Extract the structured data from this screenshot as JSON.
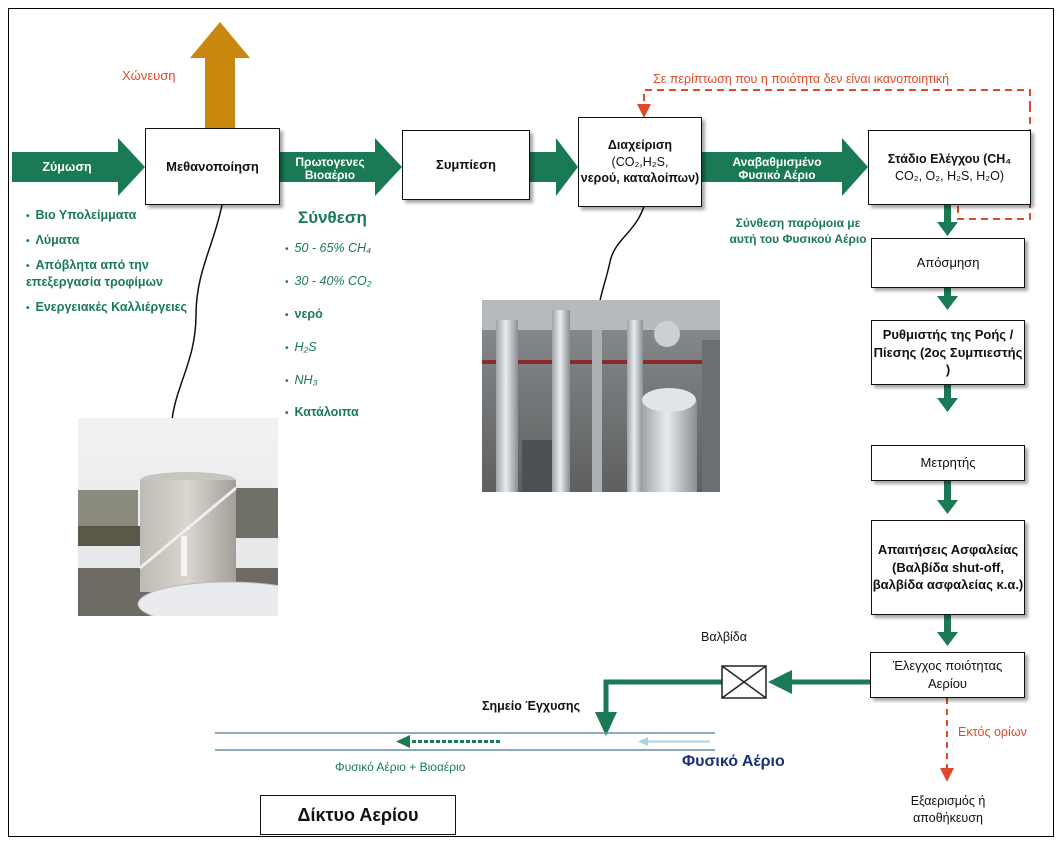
{
  "labels": {
    "digestion_out": "Χώνευση",
    "fermentation": "Ζύμωση",
    "raw_biogas_line1": "Πρωτογενες",
    "raw_biogas_line2": "Βιοαέριο",
    "upgraded_line1": "Αναβαθμισμένο",
    "upgraded_line2": "Φυσικό Αέριο",
    "feedback_note": "Σε περίπτωση που η ποιότητα δεν είναι ικανοποιητική",
    "composition_title": "Σύνθεση",
    "similar_composition": "Σύνθεση παρόμοια με αυτή του Φυσικού Αέριο",
    "valve": "Βαλβίδα",
    "injection_point": "Σημείο Έγχυσης",
    "out_of_limits": "Εκτός ορίων",
    "venting": "Εξαερισμός ή αποθήκευση",
    "natural_gas": "Φυσικό Αέριο",
    "mixture": "Φυσικό Αέριο + Βιοαέριο",
    "gas_network": "Δίκτυο Αερίου"
  },
  "boxes": {
    "methanation": "Μεθανοποίηση",
    "compression": "Συμπίεση",
    "management_line1": "Διαχείριση",
    "management_line2": "(CO₂,H₂S,",
    "management_line3": "νερού, καταλοίπων)",
    "control_line1": "Στάδιο Ελέγχου (CH₄",
    "control_line2": "CO₂, O₂, H₂S, H₂O)",
    "deodorization": "Απόσμηση",
    "regulator_line1": "Ρυθμιστής της Ροής /",
    "regulator_line2": "Πίεσης (2ος Συμπιεστής )",
    "meter": "Μετρητής",
    "safety_line1": "Απαιτήσεις Ασφαλείας",
    "safety_line2": "(Βαλβίδα shut-off,",
    "safety_line3": "βαλβίδα ασφαλείας κ.α.)",
    "quality_line1": "Έλεγχος ποιότητας",
    "quality_line2": "Αερίου"
  },
  "feedstock": [
    "Βιο Υπολείμματα",
    "Λύματα",
    "Απόβλητα από την επεξεργασία τροφίμων",
    "Ενεργειακές Καλλιέργειες"
  ],
  "composition": [
    "50 - 65% CH₄",
    "30 - 40% CO₂",
    "νερό",
    "H₂S",
    "NH₃",
    "Κατάλοιπα"
  ],
  "colors": {
    "flow_green": "#1a7a55",
    "text_green": "#1a7a55",
    "feedback_red": "#e04a2a",
    "digestion_arrow": "#c9870f",
    "natural_gas_blue": "#1c2f7a"
  }
}
